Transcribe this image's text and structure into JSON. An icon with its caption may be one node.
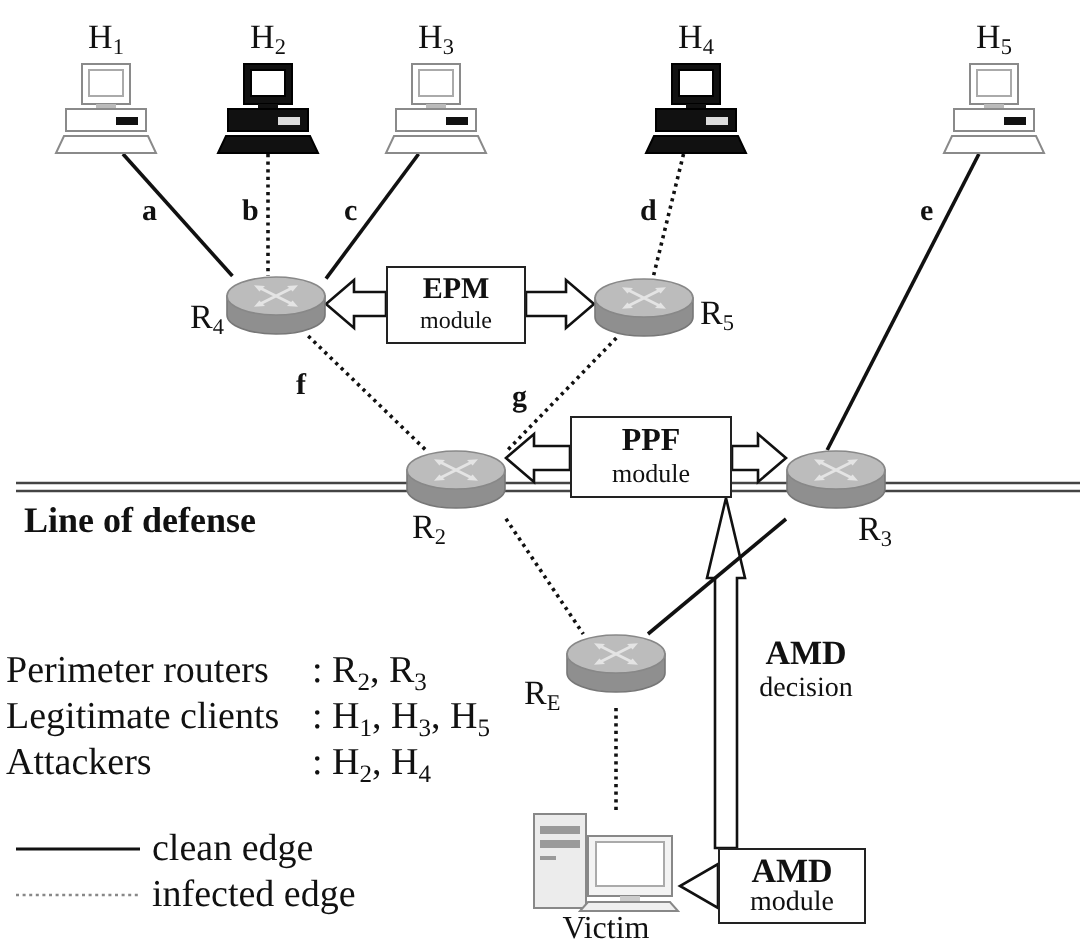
{
  "diagram": {
    "nodes": [
      {
        "text": [
          "H$_{1}$"
        ]
      },
      {
        "text": [
          "H$_{2}$"
        ]
      },
      {
        "text": [
          "H$_{3}$"
        ]
      },
      {
        "text": [
          "H$_{4}$"
        ]
      },
      {
        "text": [
          "H$_{5}$"
        ]
      },
      {
        "text": [
          "R$_{4}$"
        ]
      },
      {
        "text": [
          "EPM",
          "module"
        ]
      },
      {
        "text": [
          "R$_{5}$"
        ]
      },
      {
        "text": [
          "R$_{2}$"
        ]
      },
      {
        "text": [
          "PPF",
          "module"
        ]
      },
      {
        "text": [
          "R$_{3}$"
        ]
      },
      {
        "text": [
          "R$_{E}$"
        ]
      },
      {
        "text": [
          "Victim"
        ]
      },
      {
        "text": [
          "AMD",
          "module"
        ]
      }
    ],
    "edges": [
      {
        "from": 0,
        "to": 5,
        "arrow": "none",
        "label": "a"
      },
      {
        "from": 1,
        "to": 5,
        "arrow": "none",
        "label": "b",
        "style": "dashed"
      },
      {
        "from": 2,
        "to": 5,
        "arrow": "none",
        "label": "c"
      },
      {
        "from": 3,
        "to": 7,
        "arrow": "none",
        "label": "d",
        "style": "dashed"
      },
      {
        "from": 4,
        "to": 10,
        "arrow": "none",
        "label": "e"
      },
      {
        "from": 5,
        "to": 8,
        "arrow": "none",
        "label": "f",
        "style": "dashed"
      },
      {
        "from": 7,
        "to": 8,
        "arrow": "none",
        "label": "g",
        "style": "dashed"
      },
      {
        "from": 6,
        "to": 5,
        "arrow": "to",
        "style": "thick"
      },
      {
        "from": 6,
        "to": 7,
        "arrow": "to",
        "style": "thick"
      },
      {
        "from": 9,
        "to": 8,
        "arrow": "to",
        "style": "thick"
      },
      {
        "from": 9,
        "to": 10,
        "arrow": "to",
        "style": "thick"
      },
      {
        "from": 8,
        "to": 11,
        "arrow": "none",
        "style": "dashed"
      },
      {
        "from": 11,
        "to": 10,
        "arrow": "none"
      },
      {
        "from": 11,
        "to": 12,
        "arrow": "none",
        "style": "dashed"
      },
      {
        "from": 13,
        "to": 9,
        "arrow": "to",
        "label": "**AMD** decision",
        "style": "thick"
      },
      {
        "from": 13,
        "to": 12,
        "arrow": "to",
        "style": "thick"
      }
    ],
    "labels": [
      "Line of defense",
      "Perimeter routers",
      ": R$_{2}$, R$_{3}$",
      "Legitimate clients",
      ": H$_{1}$, H$_{3}$, H$_{5}$",
      "Attackers",
      ": H$_{2}$, H$_{4}$"
    ],
    "legend": [
      {
        "text": "clean edge"
      },
      {
        "text": "infected edge"
      }
    ]
  }
}
